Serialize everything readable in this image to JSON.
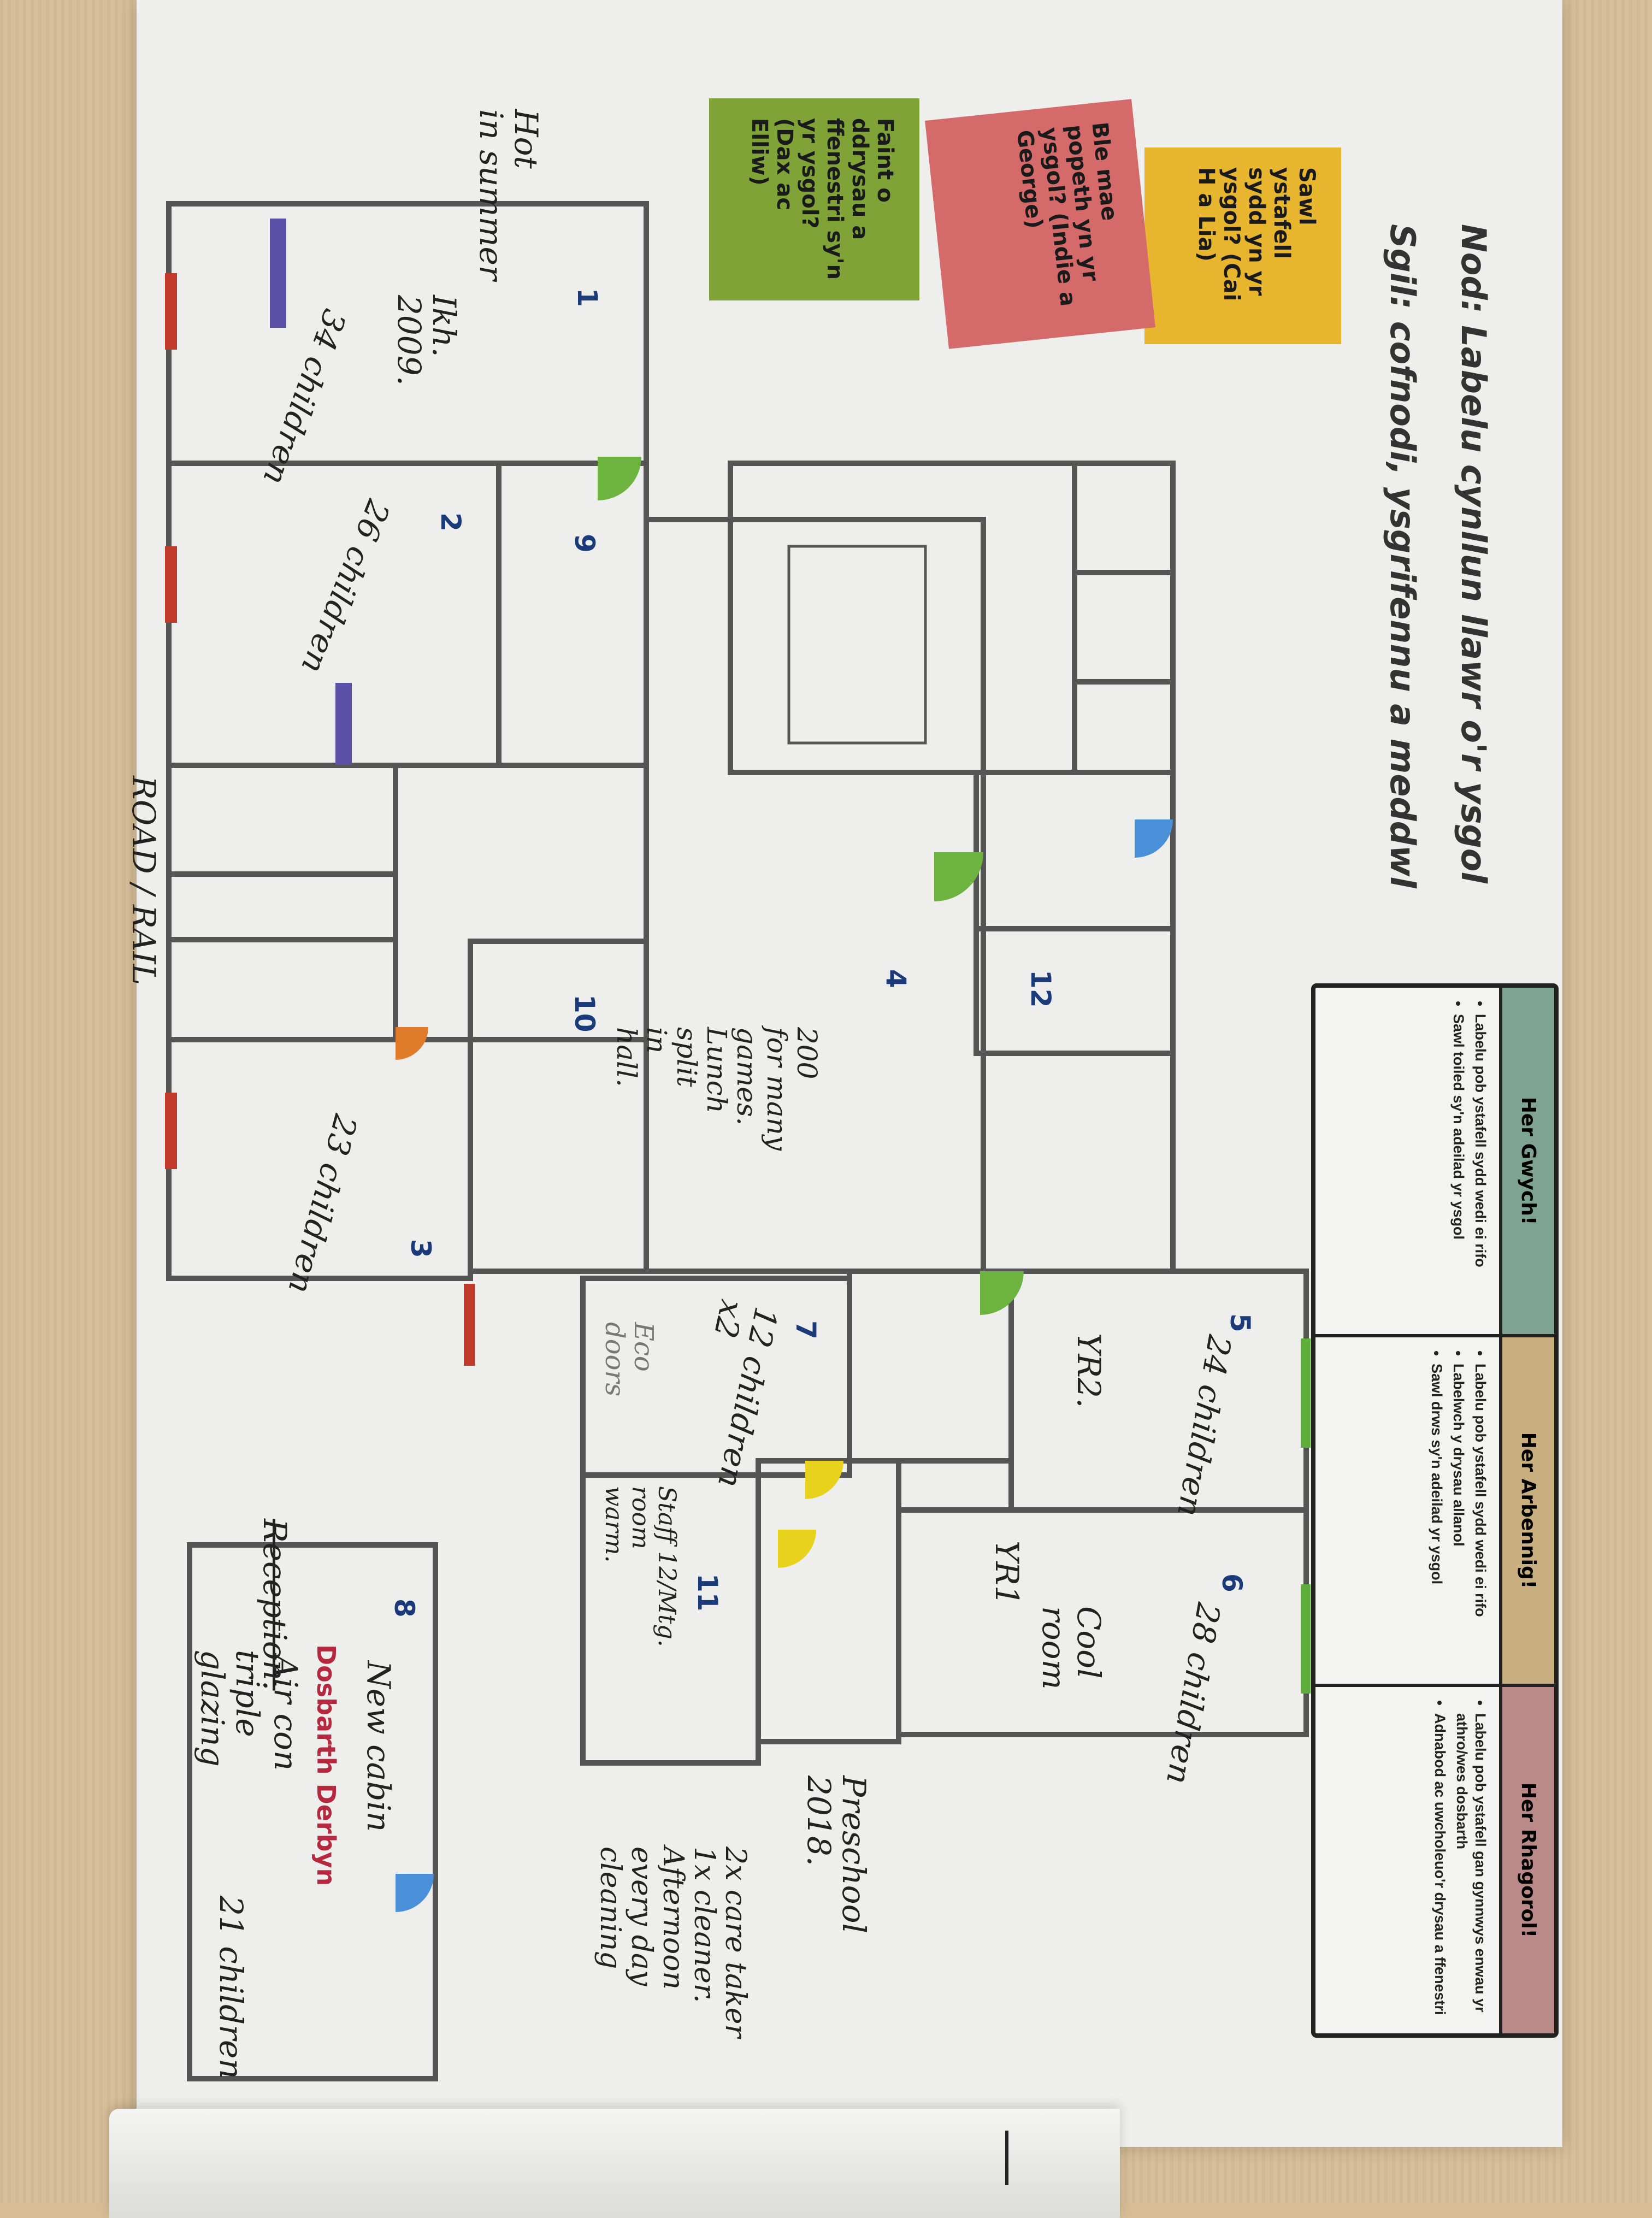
{
  "header": {
    "title": "Nod: Labelu cynllun llawr o'r ysgol",
    "subtitle": "Sgil: cofnodi, ysgrifennu a meddwl"
  },
  "sticky_notes": [
    {
      "text": "Sawl ystafell sydd yn yr ysgol? (Cai H a Lia)",
      "color": "#e8b52e"
    },
    {
      "text": "Ble mae popeth yn yr ysgol? (Indie a George)",
      "color": "#d46a6a"
    },
    {
      "text": "Faint o ddrysau a ffenestri sy'n yr ysgol? (Dax ac Elliw)",
      "color": "#7fa336"
    }
  ],
  "challenges": [
    {
      "title": "Her Gwych!",
      "color": "#7fa393",
      "items": [
        "Labelu pob ystafell sydd wedi ei rifo",
        "Sawl toiled sy'n adeilad yr ysgol"
      ]
    },
    {
      "title": "Her Arbennig!",
      "color": "#c9ae80",
      "items": [
        "Labelu pob ystafell sydd wedi ei rifo",
        "Labelwch y drysau allanol",
        "Sawl drws sy'n adeilad yr ysgol"
      ]
    },
    {
      "title": "Her Rhagorol!",
      "color": "#b98a88",
      "items": [
        "Labelu pob ystafell gan gynnwys enwau yr athro/wes dosbarth",
        "Adnabod ac uwcholeuo'r drysau a ffenestri"
      ]
    }
  ],
  "rooms": [
    "1",
    "2",
    "3",
    "4",
    "5",
    "6",
    "7",
    "8",
    "9",
    "10",
    "11",
    "12"
  ],
  "handwritten": {
    "hot_summer": "Hot\nin summer",
    "room1_year": "Ikh.\n2009.",
    "room1_children": "34 children",
    "room2_children": "26 children",
    "room3_children": "23 children",
    "hall": "200\nfor many\ngames.\nLunch\nsplit\nin\nhall.",
    "room5_children": "24 children",
    "room5_year": "YR2.",
    "room6_children": "28 children",
    "room6_year": "YR1",
    "room6_note": "Cool\nroom",
    "room7_children": "12 children\nx2",
    "room7_note": "Eco\ndoors",
    "room11_note": "Staff 12/Mtg.\nroom\nwarm.",
    "preschool": "Preschool\n2018.",
    "staff_notes": "2x care taker\n1x cleaner.\nAfternoon\nevery day\ncleaning",
    "room8_note1": "New cabin",
    "room8_note2": "Air con",
    "room8_note3": "triple\nglazing",
    "room8_reception": "Reception.",
    "room8_children": "21 children",
    "road": "ROAD / RAIL"
  },
  "room8_label": "Dosbarth Derbyn",
  "colors": {
    "walls": "#555555",
    "doors_green": "#6db33f",
    "doors_yellow": "#e8d21e",
    "doors_blue": "#4a90d9",
    "windows_red": "#c0392b",
    "windows_purple": "#5b4fa8"
  }
}
